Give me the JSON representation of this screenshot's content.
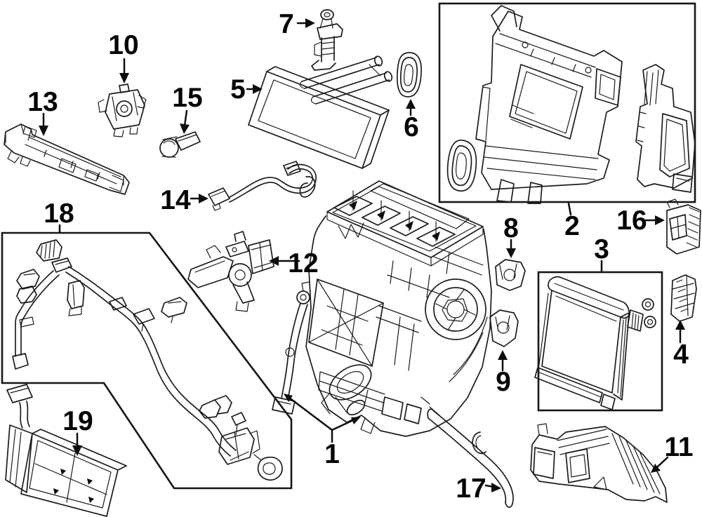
{
  "diagram": {
    "background_color": "#ffffff",
    "line_color": "#1c1c1c",
    "label_color": "#050505",
    "callouts": [
      {
        "label": "1"
      },
      {
        "label": "2"
      },
      {
        "label": "3"
      },
      {
        "label": "4"
      },
      {
        "label": "5"
      },
      {
        "label": "6"
      },
      {
        "label": "7"
      },
      {
        "label": "8"
      },
      {
        "label": "9"
      },
      {
        "label": "10"
      },
      {
        "label": "11"
      },
      {
        "label": "12"
      },
      {
        "label": "13"
      },
      {
        "label": "14"
      },
      {
        "label": "15"
      },
      {
        "label": "16"
      },
      {
        "label": "17"
      },
      {
        "label": "18"
      },
      {
        "label": "19"
      }
    ]
  }
}
